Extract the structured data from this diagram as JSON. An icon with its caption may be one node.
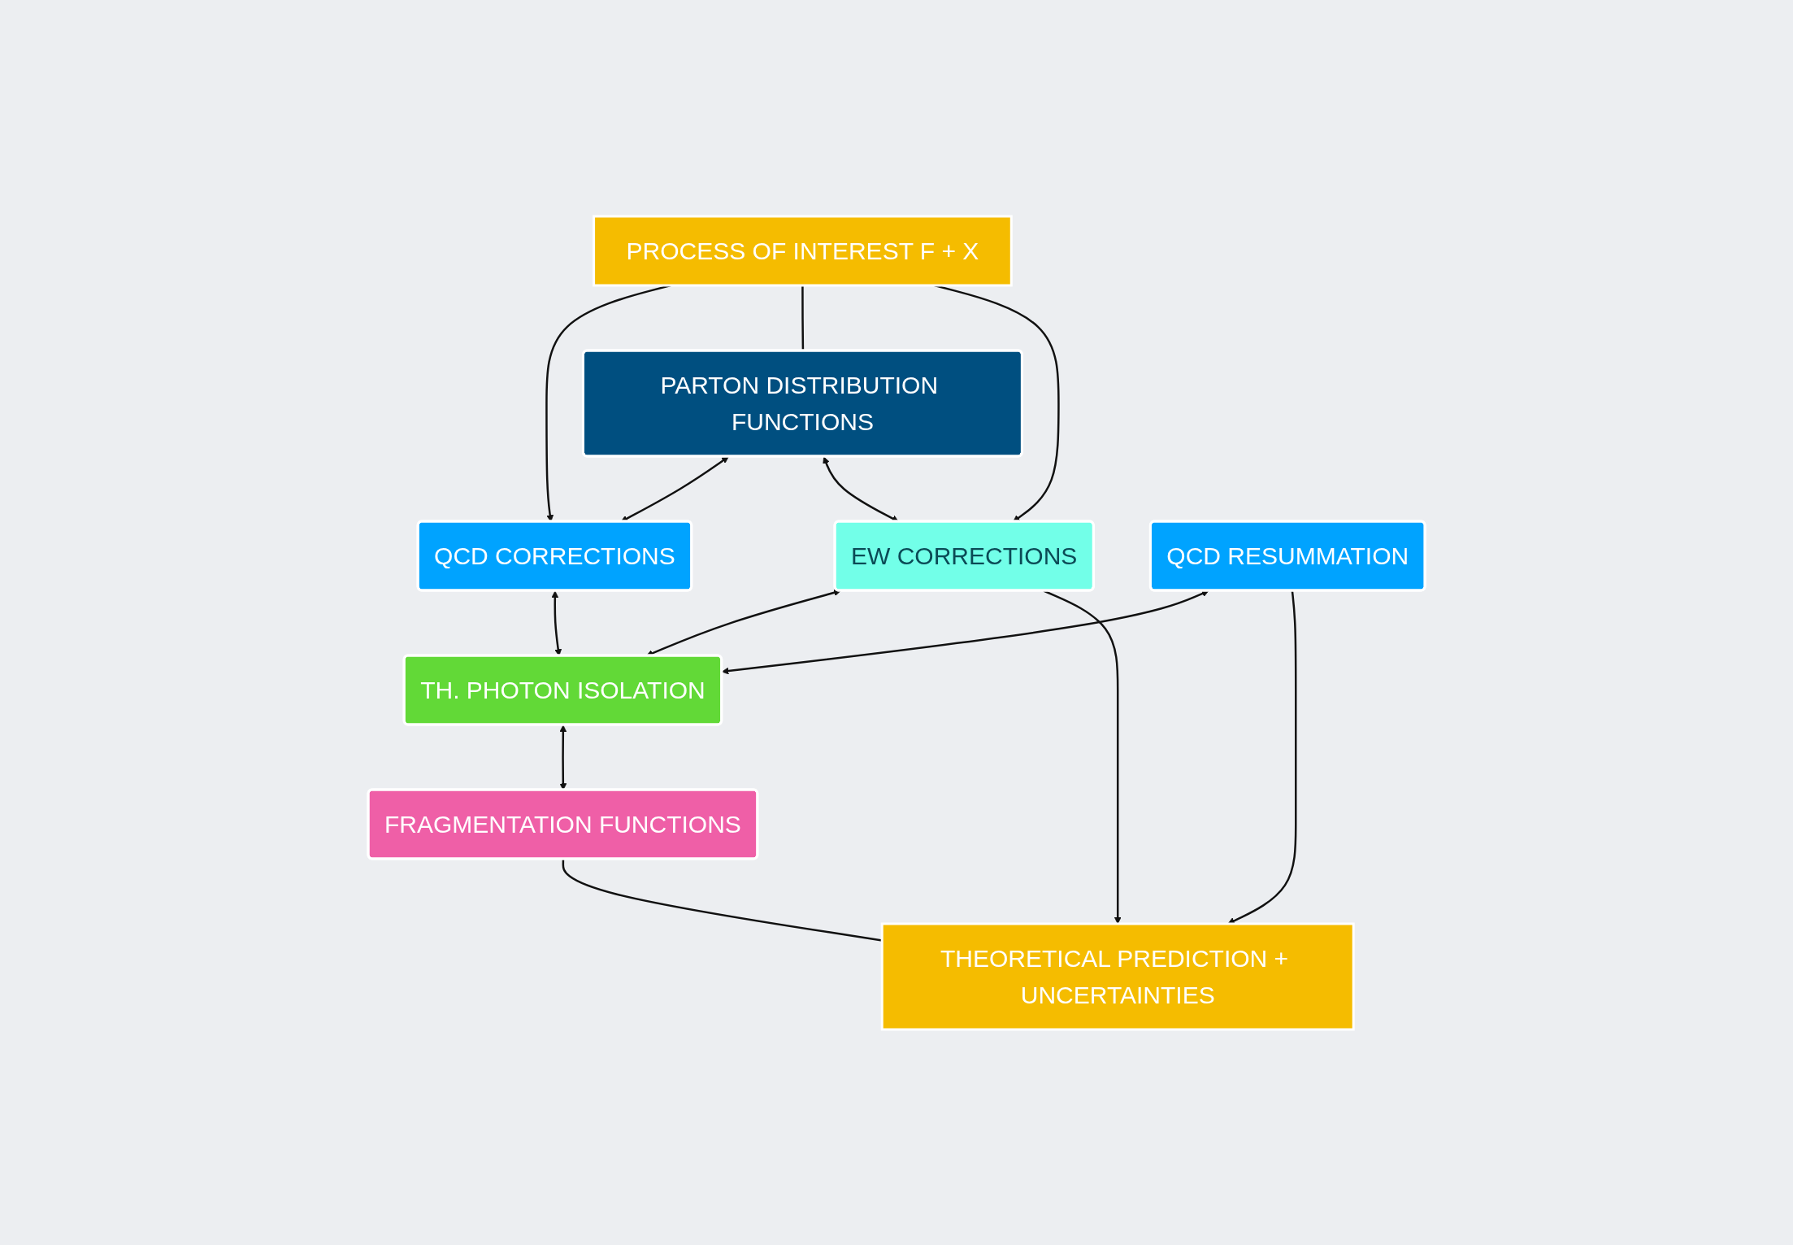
{
  "diagram": {
    "nodes": [
      {
        "text": [
          "PROCESS OF INTEREST F + X"
        ]
      },
      {
        "text": [
          "PARTON DISTRIBUTION FUNCTIONS"
        ]
      },
      {
        "text": [
          "QCD CORRECTIONS"
        ]
      },
      {
        "text": [
          "EW CORRECTIONS"
        ]
      },
      {
        "text": [
          "QCD RESUMMATION"
        ]
      },
      {
        "text": [
          "TH. PHOTON ISOLATION"
        ]
      },
      {
        "text": [
          "FRAGMENTATION FUNCTIONS"
        ]
      },
      {
        "text": [
          "THEORETICAL PREDICTION + UNCERTAINTIES"
        ]
      }
    ],
    "edges": [
      {
        "from": 0,
        "to": 2,
        "arrow": "to"
      },
      {
        "from": 0,
        "to": 1,
        "arrow": "none"
      },
      {
        "from": 0,
        "to": 3,
        "arrow": "to"
      },
      {
        "from": 1,
        "to": 2,
        "arrow": "both"
      },
      {
        "from": 1,
        "to": 3,
        "arrow": "both"
      },
      {
        "from": 2,
        "to": 5,
        "arrow": "both"
      },
      {
        "from": 3,
        "to": 5,
        "arrow": "both"
      },
      {
        "from": 4,
        "to": 5,
        "arrow": "both"
      },
      {
        "from": 5,
        "to": 6,
        "arrow": "both"
      },
      {
        "from": 6,
        "to": 7,
        "arrow": "none"
      },
      {
        "from": 4,
        "to": 7,
        "arrow": "to"
      },
      {
        "from": 3,
        "to": 7,
        "arrow": "to"
      }
    ]
  }
}
